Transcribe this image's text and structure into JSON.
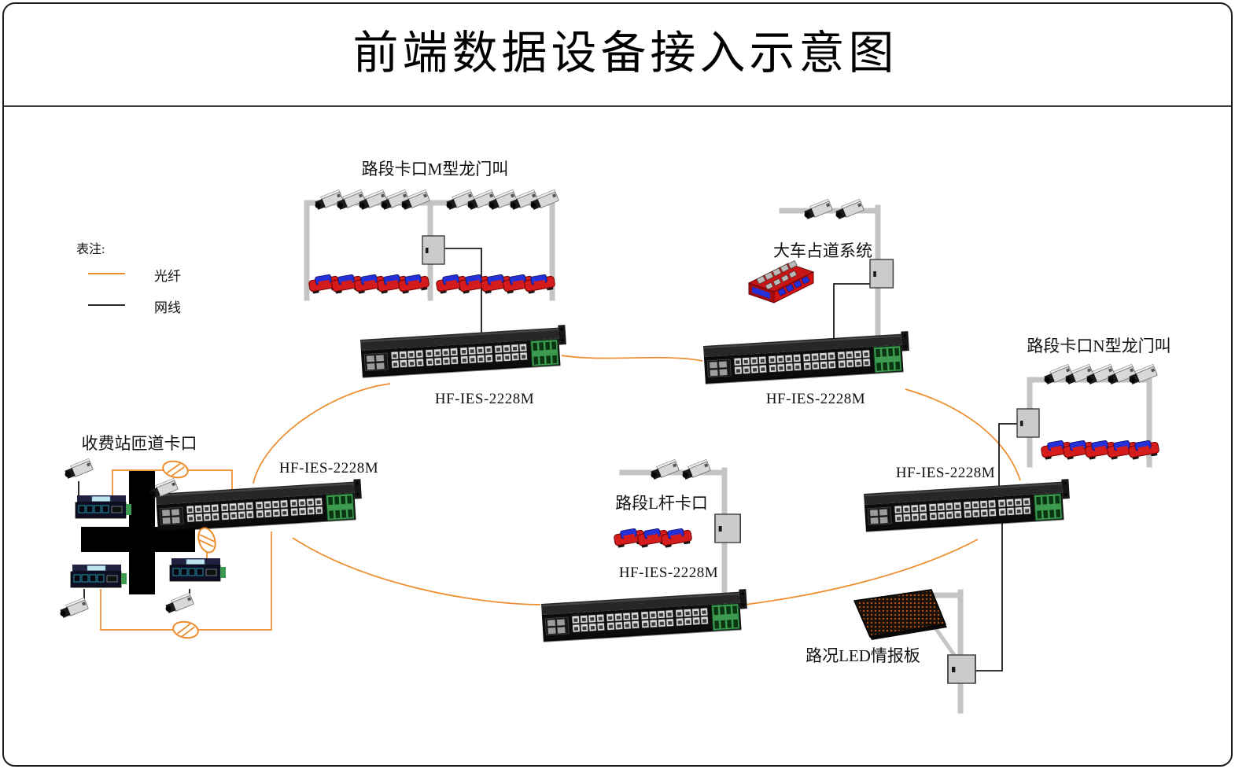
{
  "title": "前端数据设备接入示意图",
  "legend": {
    "caption": "表注:",
    "fiber_label": "光纤",
    "cable_label": "网线"
  },
  "switch_model": "HF-IES-2228M",
  "sites": {
    "gantry_m": "路段卡口M型龙门叫",
    "truck_lane": "大车占道系统",
    "gantry_n": "路段卡口N型龙门叫",
    "toll_ramp": "收费站匝道卡口",
    "l_pole": "路段L杆卡口",
    "led_board": "路况LED情报板"
  },
  "colors": {
    "fiber": "#ED8C2B",
    "cable": "#1A1A1A",
    "pole": "#C4C4C4",
    "car_body": "#D51C1C",
    "car_glass": "#2430D8",
    "terminal_green": "#3D9B50"
  }
}
